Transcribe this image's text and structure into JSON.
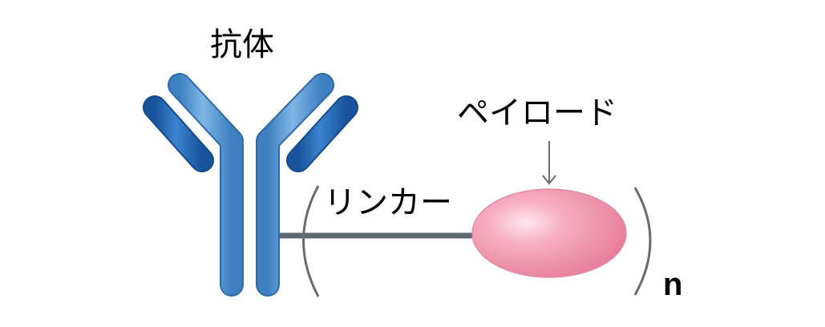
{
  "labels": {
    "antibody": "抗体",
    "payload": "ペイロード",
    "linker": "リンカー",
    "repeat": "n"
  },
  "colors": {
    "antibody_heavy": "#5b9bd5",
    "antibody_light": "#1f64b0",
    "linker": "#5d6770",
    "payload": "#f08ca8",
    "bracket": "#6b6b6b",
    "arrow": "#6b6b6b"
  }
}
